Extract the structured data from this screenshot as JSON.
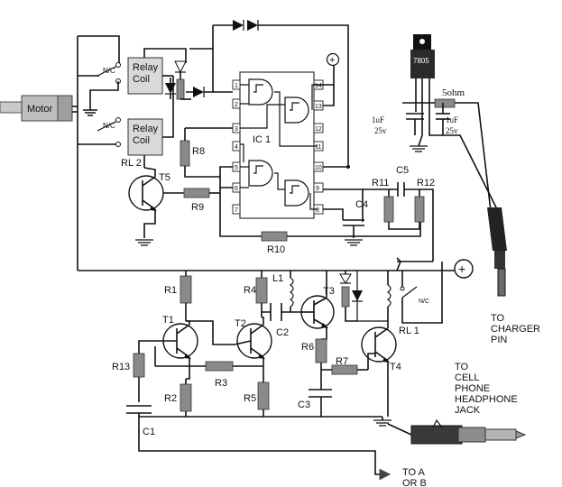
{
  "components": {
    "motor": "Motor",
    "relay_coil_1": "Relay\nCoil",
    "relay_coil_2": "Relay\nCoil",
    "relay_2": "RL 2",
    "relay_1": "RL 1",
    "nc_1": "N/C",
    "nc_2": "N/C",
    "nc_3": "N/C",
    "ic": "IC 1",
    "t1": "T1",
    "t2": "T2",
    "t3": "T3",
    "t4": "T4",
    "t5": "T5",
    "r1": "R1",
    "r2": "R2",
    "r3": "R3",
    "r4": "R4",
    "r5": "R5",
    "r6": "R6",
    "r7": "R7",
    "r8": "R8",
    "r9": "R9",
    "r10": "R10",
    "r11": "R11",
    "r12": "R12",
    "r13": "R13",
    "c1": "C1",
    "c2": "C2",
    "c3": "C3",
    "c4": "C4",
    "c5": "C5",
    "l1": "L1",
    "regulator": "7805",
    "resistor_5ohm": "5ohm",
    "cap_left_1": "1uF",
    "cap_left_2": "25v",
    "cap_right_1": "1uF",
    "cap_right_2": "25v"
  },
  "ic_pins": {
    "left": [
      "1",
      "2",
      "3",
      "4",
      "5",
      "6",
      "7"
    ],
    "right": [
      "14",
      "13",
      "12",
      "11",
      "10",
      "9",
      "8"
    ]
  },
  "notes": {
    "charger_1": "TO",
    "charger_2": "CHARGER",
    "charger_3": "PIN",
    "phone_1": "TO",
    "phone_2": "CELL",
    "phone_3": "PHONE",
    "phone_4": "HEADPHONE",
    "phone_5": "JACK",
    "out_1": "TO A",
    "out_2": "OR B",
    "plus_top": "+",
    "plus_mid": "+"
  }
}
